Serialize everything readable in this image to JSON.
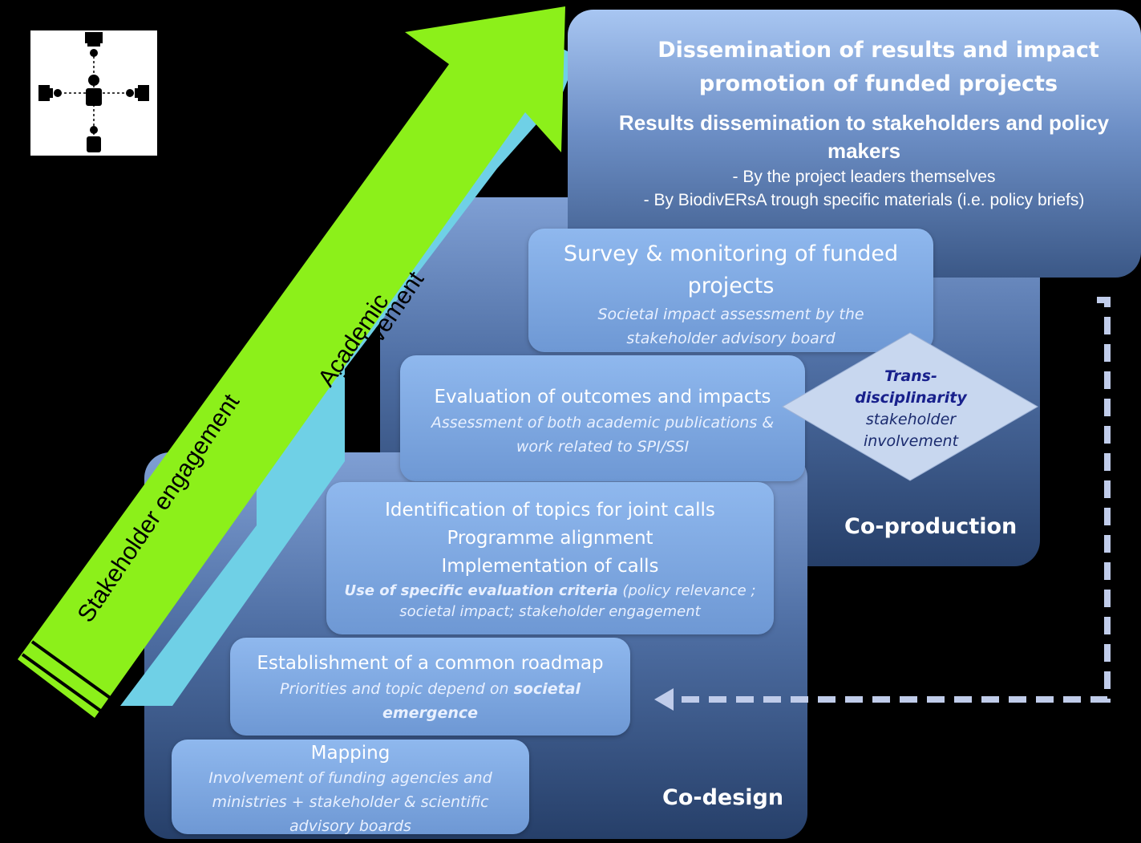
{
  "top_box": {
    "title": "Dissemination of results and impact promotion of funded projects",
    "subtitle": "Results dissemination to stakeholders and policy makers",
    "bullets": [
      "- By the project leaders themselves",
      "- By BiodivERsA trough specific materials (i.e. policy briefs)"
    ]
  },
  "steps": {
    "survey": {
      "title": "Survey & monitoring of funded projects",
      "sub": "Societal impact assessment by the stakeholder advisory board"
    },
    "evaluation": {
      "title": "Evaluation of outcomes and impacts",
      "sub": "Assessment of both academic publications & work related to SPI/SSI"
    },
    "identification": {
      "lines": [
        "Identification of topics for joint calls",
        "Programme alignment",
        "Implementation of calls"
      ],
      "sub_bold": "Use of specific evaluation criteria",
      "sub_rest": " (policy relevance ; societal impact; stakeholder engagement"
    },
    "roadmap": {
      "title": "Establishment of a common roadmap",
      "sub": "Priorities and topic depend on ",
      "sub_bold": "societal emergence"
    },
    "mapping": {
      "title": "Mapping",
      "sub": "Involvement of funding agencies and ministries + stakeholder & scientific advisory boards"
    }
  },
  "diamond": {
    "line1": "Trans-",
    "line2": "disciplinarity",
    "line3": "stakeholder",
    "line4": "involvement"
  },
  "labels": {
    "coproduction": "Co-production",
    "codesign": "Co-design"
  },
  "arrows": {
    "stakeholder": "Stakeholder engagement",
    "academic1": "Academic",
    "academic2": "involvement"
  },
  "colors": {
    "green_arrow": "#8cf01a",
    "cyan_arrow": "#6fd0e6",
    "dashed_arrow": "#c0ccea"
  }
}
